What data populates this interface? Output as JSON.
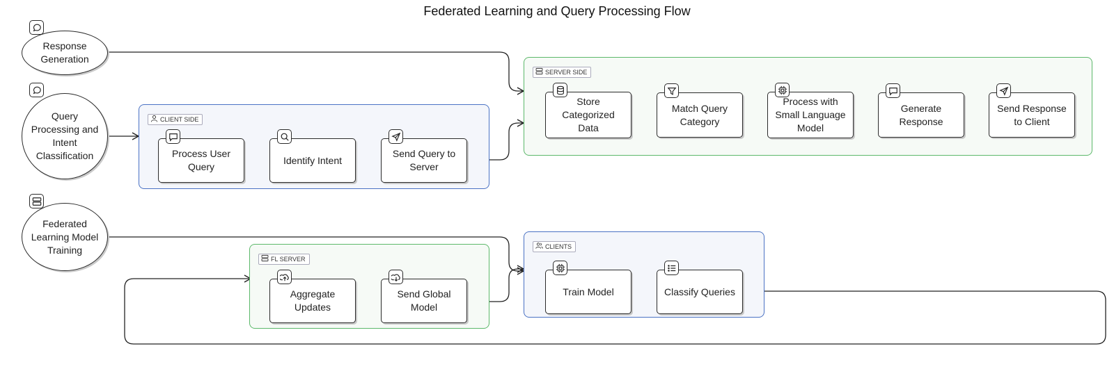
{
  "title": "Federated Learning and Query Processing Flow",
  "lanes": {
    "response_generation": {
      "label": "Response\nGeneration",
      "icon": "message-icon"
    },
    "query_processing": {
      "label": "Query\nProcessing and\nIntent\nClassification",
      "icon": "message-icon"
    },
    "federated_learning": {
      "label": "Federated\nLearning Model\nTraining",
      "icon": "server-icon"
    }
  },
  "groups": {
    "client_side": {
      "label": "CLIENT SIDE",
      "icon": "user-icon",
      "color": "#4a72c4"
    },
    "server_side": {
      "label": "SERVER SIDE",
      "icon": "server-icon",
      "color": "#5cb86a"
    },
    "fl_server": {
      "label": "FL SERVER",
      "icon": "server-icon",
      "color": "#5cb86a"
    },
    "clients": {
      "label": "CLIENTS",
      "icon": "users-icon",
      "color": "#4a72c4"
    }
  },
  "nodes": {
    "process_user_query": {
      "label": "Process User\nQuery",
      "icon": "message-icon"
    },
    "identify_intent": {
      "label": "Identify Intent",
      "icon": "search-icon"
    },
    "send_query_to_server": {
      "label": "Send Query to\nServer",
      "icon": "send-icon"
    },
    "store_categorized_data": {
      "label": "Store\nCategorized\nData",
      "icon": "database-icon"
    },
    "match_query_category": {
      "label": "Match Query\nCategory",
      "icon": "filter-icon"
    },
    "process_slm": {
      "label": "Process with\nSmall Language\nModel",
      "icon": "cpu-icon"
    },
    "generate_response": {
      "label": "Generate\nResponse",
      "icon": "message-icon"
    },
    "send_response_to_client": {
      "label": "Send Response\nto Client",
      "icon": "send-icon"
    },
    "aggregate_updates": {
      "label": "Aggregate\nUpdates",
      "icon": "upload-icon"
    },
    "send_global_model": {
      "label": "Send Global\nModel",
      "icon": "download-icon"
    },
    "train_model": {
      "label": "Train Model",
      "icon": "cpu-icon"
    },
    "classify_queries": {
      "label": "Classify Queries",
      "icon": "list-icon"
    }
  },
  "colors": {
    "line": "#222222",
    "client_border": "#4a72c4",
    "server_border": "#5cb86a"
  }
}
